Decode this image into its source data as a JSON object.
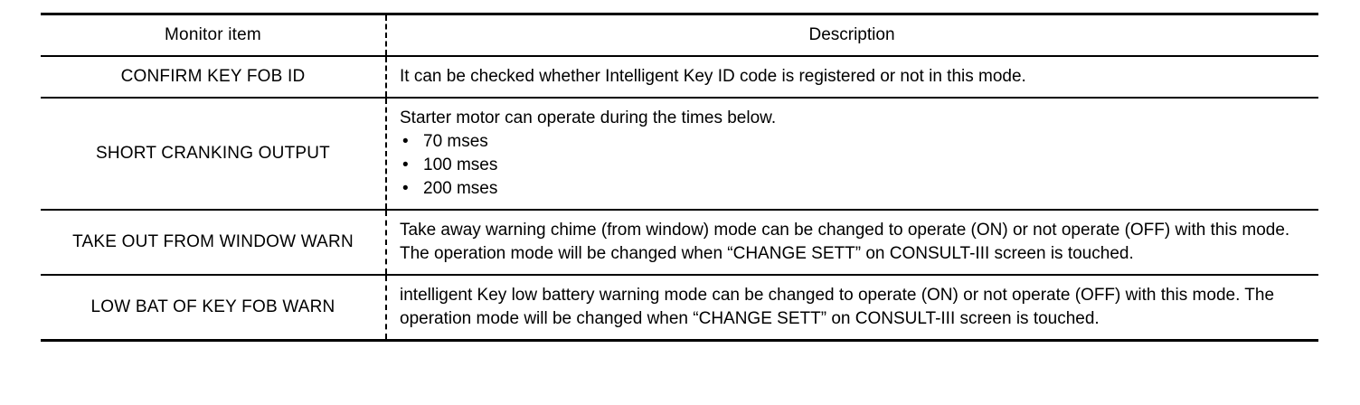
{
  "table": {
    "columns": [
      {
        "key": "monitor_item",
        "header": "Monitor item"
      },
      {
        "key": "description",
        "header": "Description"
      }
    ],
    "rows": [
      {
        "monitor_item": "CONFIRM KEY FOB ID",
        "description": "It can be checked whether Intelligent Key ID code is registered or not in this mode."
      },
      {
        "monitor_item": "SHORT CRANKING OUTPUT",
        "description": "Starter motor can operate during the times below.",
        "bullets": [
          {
            "marker": "•",
            "text": "70 mses"
          },
          {
            "marker": "•",
            "text": "100 mses"
          },
          {
            "marker": "•",
            "text": "200 mses"
          }
        ]
      },
      {
        "monitor_item": "TAKE OUT FROM WINDOW WARN",
        "description": "Take away warning chime (from window) mode can be changed to operate (ON) or not operate (OFF) with this mode. The operation mode will be changed when “CHANGE SETT” on CONSULT-III screen is touched."
      },
      {
        "monitor_item": "LOW BAT OF KEY FOB WARN",
        "description": "intelligent Key low battery warning mode can be changed to operate (ON) or not operate (OFF) with this mode. The operation mode will be changed when “CHANGE SETT” on CONSULT-III screen is touched."
      }
    ]
  },
  "colors": {
    "rule": "#000000",
    "text": "#000000",
    "background": "#ffffff"
  }
}
